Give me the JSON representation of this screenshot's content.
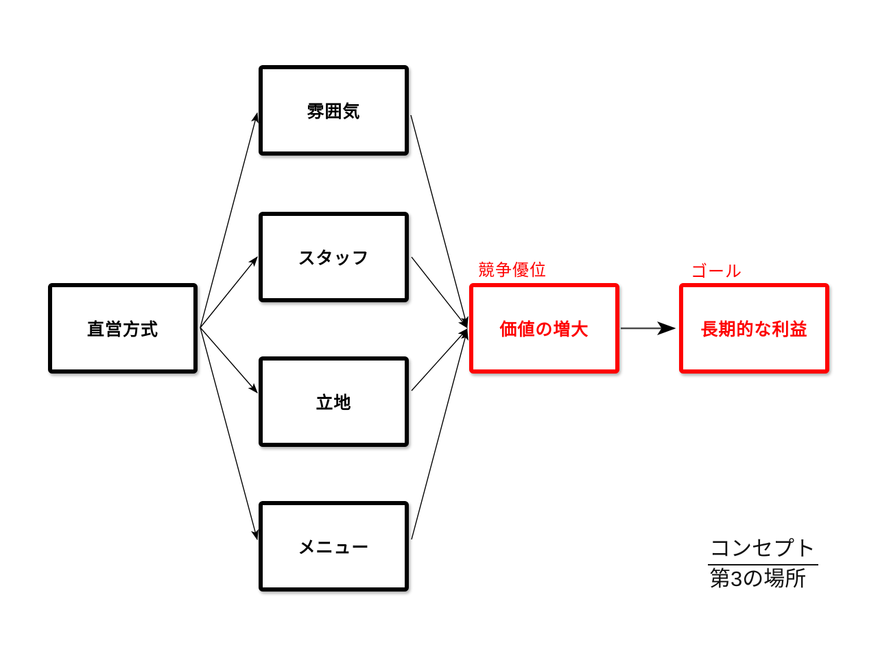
{
  "diagram": {
    "source_box": {
      "label": "直営方式"
    },
    "factor_boxes": [
      {
        "label": "雰囲気"
      },
      {
        "label": "スタッフ"
      },
      {
        "label": "立地"
      },
      {
        "label": "メニュー"
      }
    ],
    "advantage_box": {
      "caption": "競争優位",
      "label": "価値の増大"
    },
    "goal_box": {
      "caption": "ゴール",
      "label": "長期的な利益"
    },
    "concept_note": {
      "line1": "コンセプト",
      "line2": "第3の場所"
    },
    "colors": {
      "highlight_red": "#fe0000",
      "box_border_black": "#000000",
      "arrow_black": "#000000",
      "connector_gray": "#4a4a4a",
      "background": "#ffffff"
    }
  }
}
